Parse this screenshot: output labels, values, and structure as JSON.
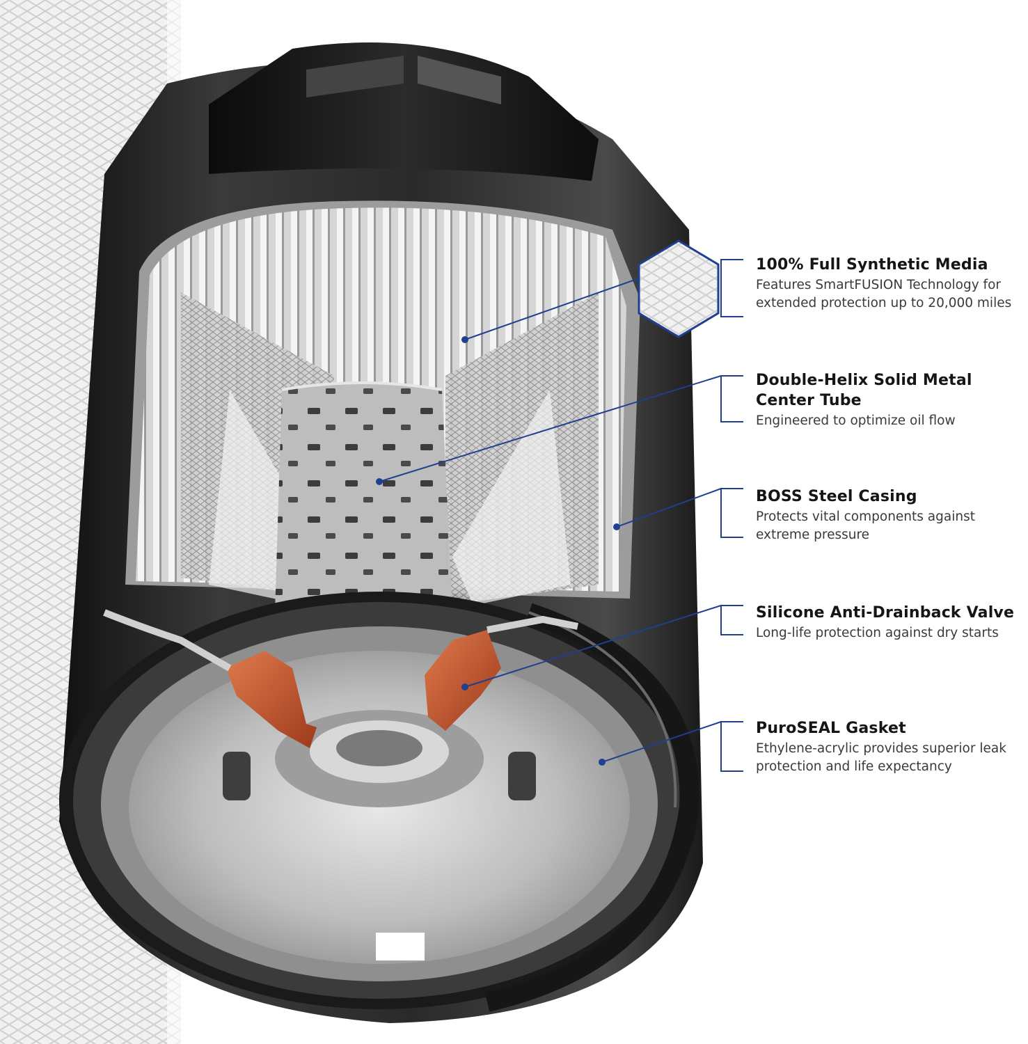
{
  "colors": {
    "leader_line": "#1f3f8f",
    "casing": "#1e1e1e",
    "media": "#d9d9d9",
    "valve": "#c0502a",
    "background_mesh": "#e6e6e6"
  },
  "icons": [
    "mesh-hexagon-icon"
  ],
  "callouts": [
    {
      "title": "100% Full Synthetic Media",
      "description": [
        "Features SmartFUSION Technology for",
        "extended protection up to 20,000 miles"
      ]
    },
    {
      "title": [
        "Double-Helix Solid Metal",
        "Center Tube"
      ],
      "description": [
        "Engineered to optimize oil flow"
      ]
    },
    {
      "title": "BOSS Steel Casing",
      "description": [
        "Protects vital components against",
        "extreme pressure"
      ]
    },
    {
      "title": "Silicone Anti-Drainback Valve",
      "description": [
        "Long-life protection against dry starts"
      ]
    },
    {
      "title": "PuroSEAL Gasket",
      "description": [
        "Ethylene-acrylic provides superior leak",
        "protection and life expectancy"
      ]
    }
  ]
}
